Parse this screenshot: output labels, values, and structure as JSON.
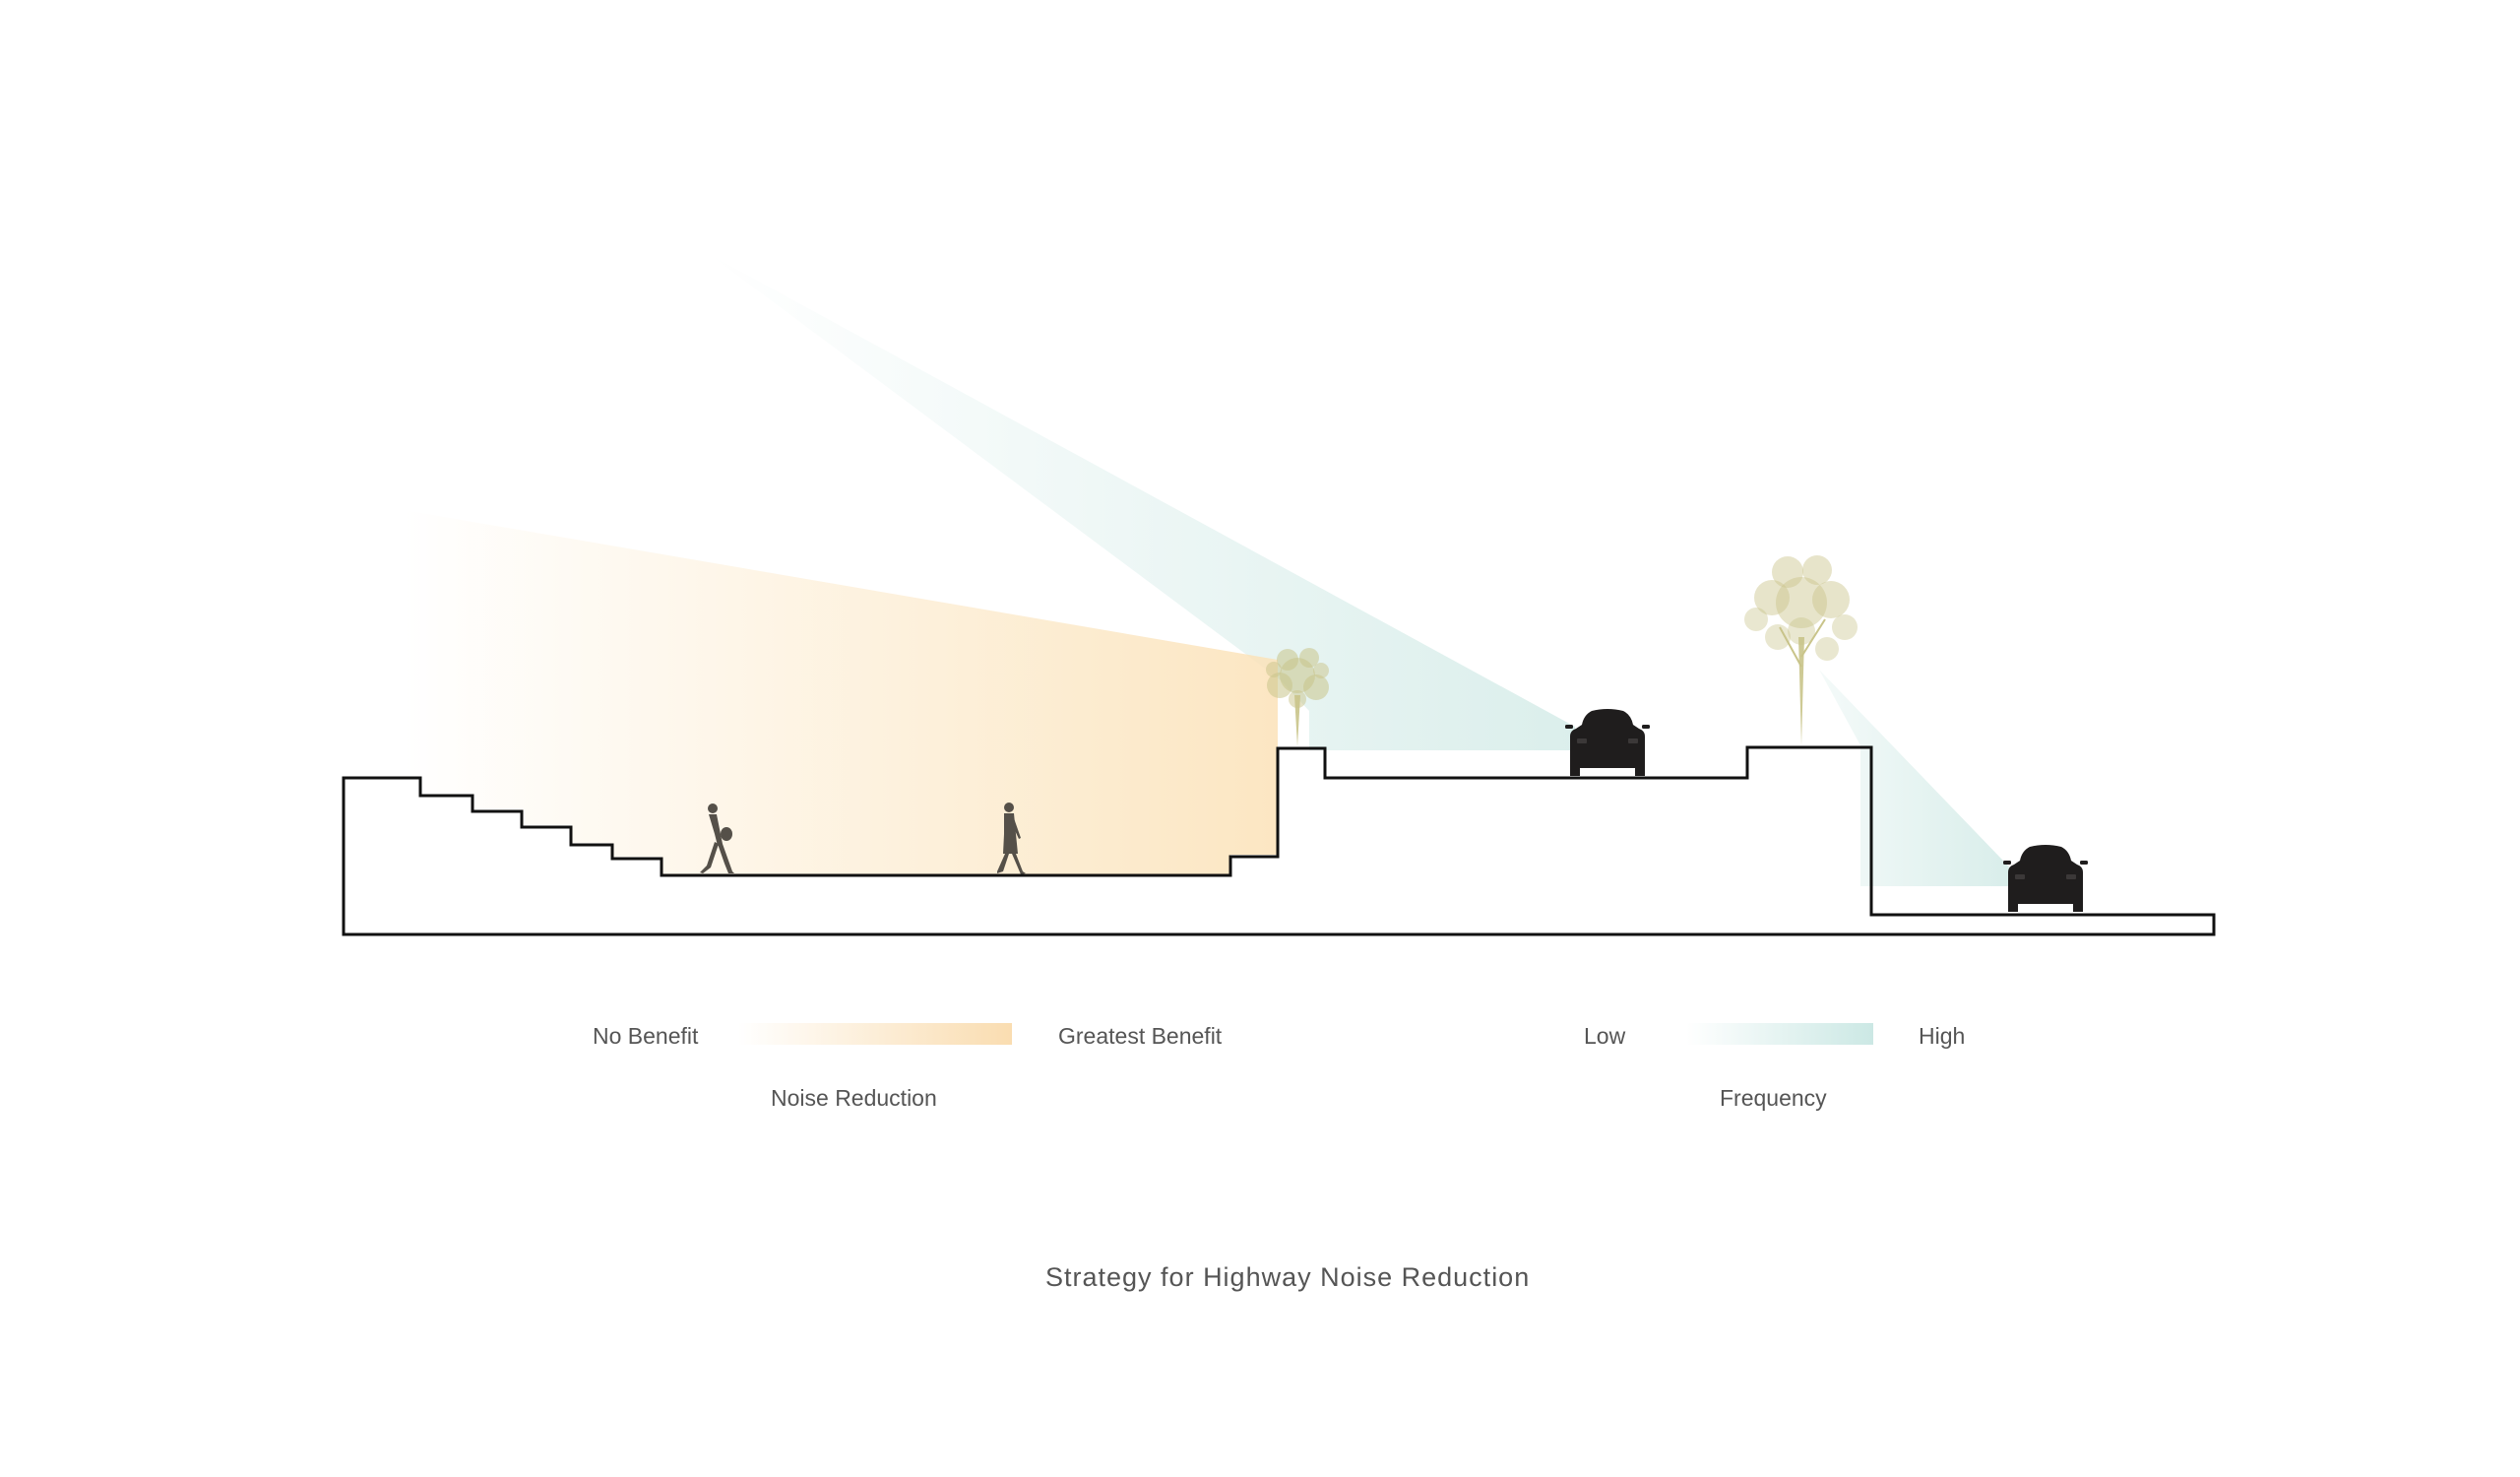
{
  "title": "Strategy for Highway Noise Reduction",
  "legends": {
    "noise": {
      "low_label": "No Benefit",
      "high_label": "Greatest Benefit",
      "title": "Noise Reduction",
      "color": "#f9d9a8"
    },
    "frequency": {
      "low_label": "Low",
      "high_label": "High",
      "title": "Frequency",
      "color": "#c9e7e3"
    }
  },
  "colors": {
    "noise_gradient": "#fbe2b8",
    "frequency_gradient": "#cfe9e5",
    "section_line": "#111111",
    "tree": "#c9c48a",
    "car": "#1f1d1d",
    "person": "#555049"
  },
  "icons": [
    "tree-icon",
    "car-icon",
    "pedestrian-icon"
  ]
}
